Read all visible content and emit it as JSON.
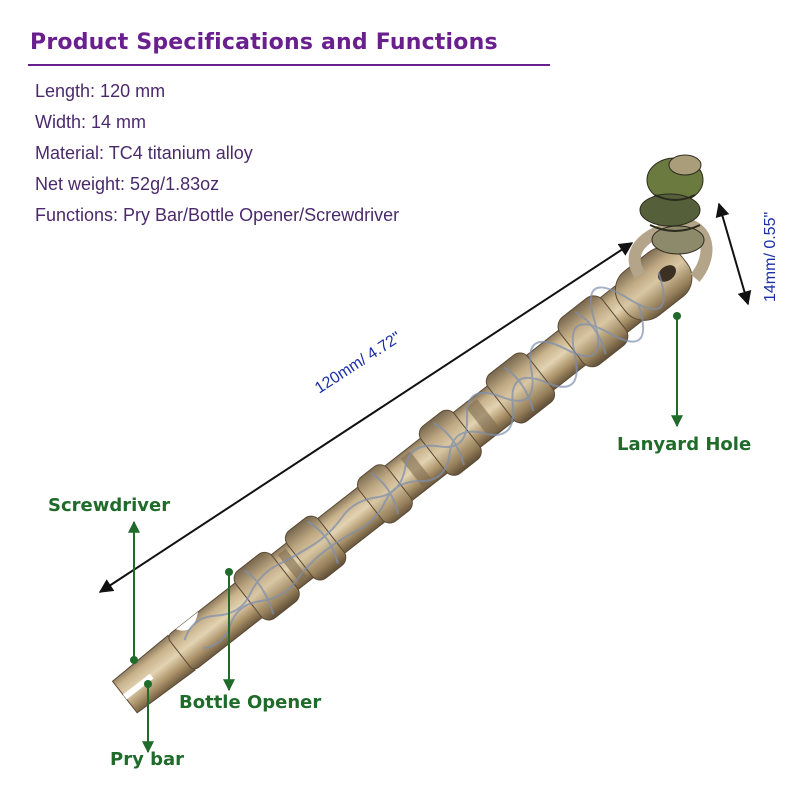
{
  "title": "Product Specifications and Functions",
  "specs": [
    "Length: 120 mm",
    "Width: 14 mm",
    "Material: TC4 titanium alloy",
    "Net weight: 52g/1.83oz",
    "Functions: Pry Bar/Bottle Opener/Screwdriver"
  ],
  "dimensions": {
    "length": "120mm/ 4.72\"",
    "width": "14mm/ 0.55\""
  },
  "callouts": {
    "lanyard_hole": "Lanyard Hole",
    "screwdriver": "Screwdriver",
    "bottle_opener": "Bottle Opener",
    "pry_bar": "Pry bar"
  },
  "colors": {
    "title": "#6a1f8f",
    "spec_text": "#4b2a6b",
    "dimension": "#1a2fa8",
    "callout": "#1f6b2a",
    "titanium": "#b49a72"
  }
}
